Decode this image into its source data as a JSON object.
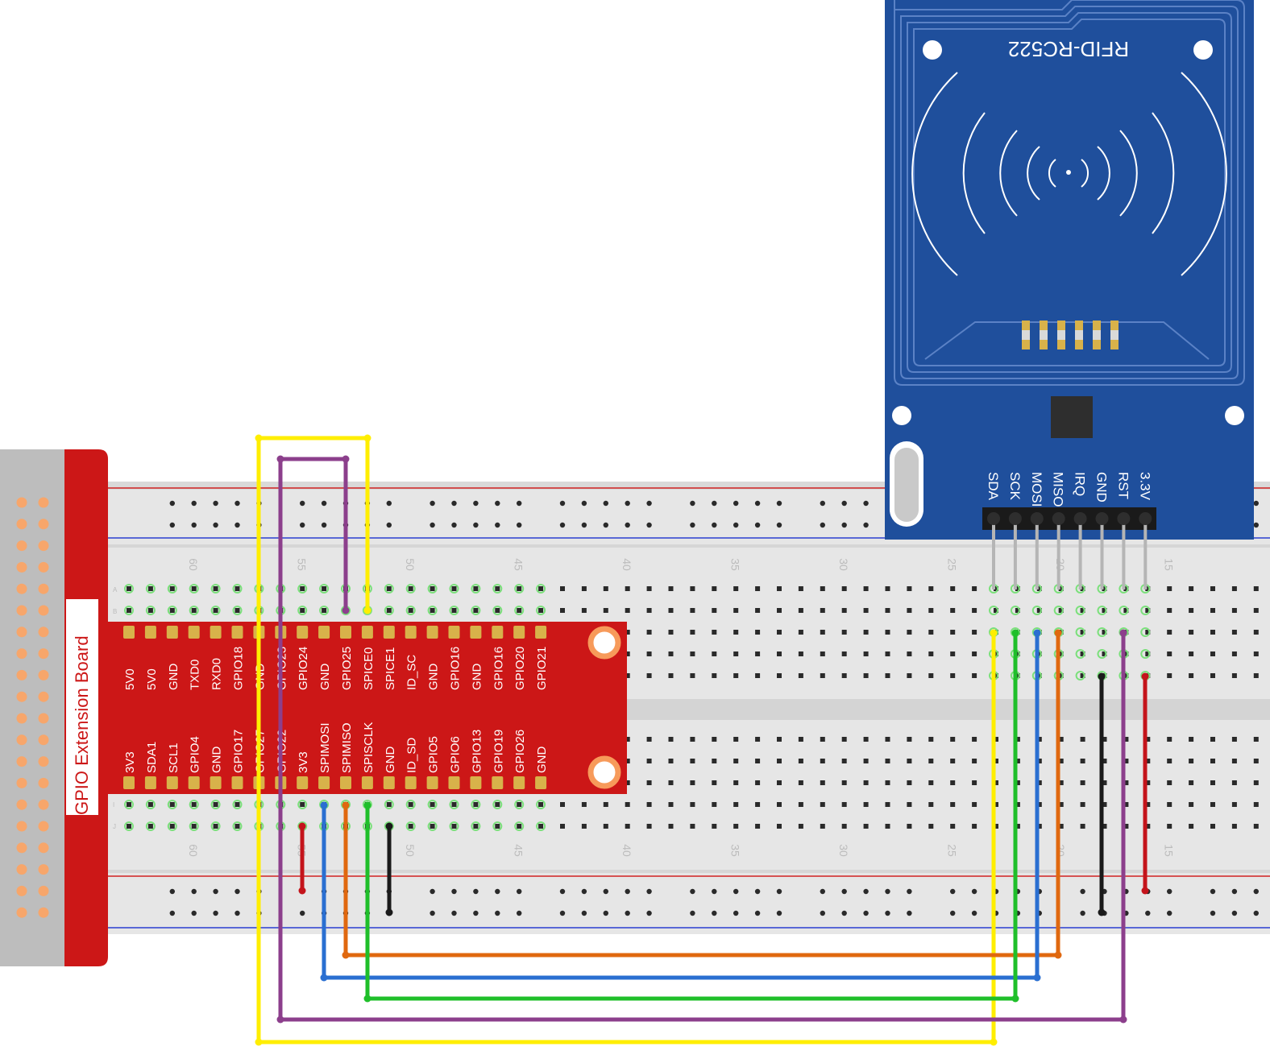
{
  "extension_board": {
    "title": "GPIO Extension Board",
    "top_pins": [
      "5V0",
      "5V0",
      "GND",
      "TXD0",
      "RXD0",
      "GPIO18",
      "GND",
      "GPIO23",
      "GPIO24",
      "GND",
      "GPIO25",
      "SPICE0",
      "SPICE1",
      "ID_SC",
      "GND",
      "GPIO16",
      "GND",
      "GPIO16",
      "GPIO20",
      "GPIO21"
    ],
    "bottom_pins": [
      "3V3",
      "SDA1",
      "SCL1",
      "GPIO4",
      "GND",
      "GPIO17",
      "GPIO27",
      "GPIO22",
      "3V3",
      "SPIMOSI",
      "SPIMISO",
      "SPISCLK",
      "GND",
      "ID_SD",
      "GPIO5",
      "GPIO6",
      "GPIO13",
      "GPIO19",
      "GPIO26",
      "GND"
    ]
  },
  "rfid_module": {
    "title": "RFID-RC522",
    "pins": [
      "SDA",
      "SCK",
      "MOSI",
      "MISO",
      "IRQ",
      "GND",
      "RST",
      "3.3V"
    ]
  },
  "breadboard": {
    "column_numbers": [
      "60",
      "55",
      "50",
      "45",
      "40",
      "35",
      "30",
      "25",
      "20",
      "15"
    ],
    "row_letters_top": [
      "A",
      "B"
    ],
    "row_letters_bottom": [
      "I",
      "J"
    ]
  },
  "wire_colors": {
    "yellow": "#ffee00",
    "purple": "#8c3f8c",
    "green": "#1fbf2a",
    "blue": "#2a6fd1",
    "orange": "#e0680f",
    "black": "#1a1a1a",
    "red": "#c4141b"
  },
  "palette": {
    "board_red": "#cc1717",
    "module_blue": "#1f4f9c",
    "pin_gold": "#d8b24a",
    "breadboard": "#e6e6e6"
  }
}
